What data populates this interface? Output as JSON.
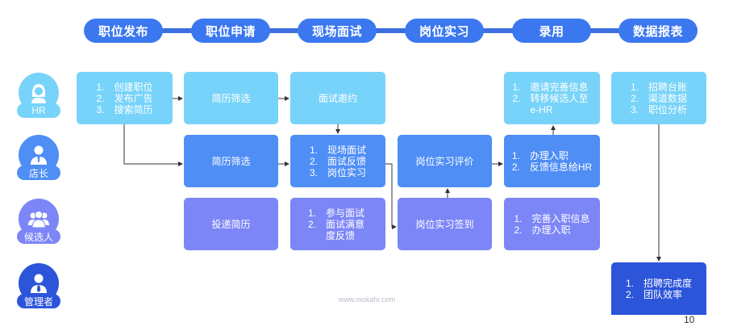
{
  "stages": [
    "职位发布",
    "职位申请",
    "现场面试",
    "岗位实习",
    "录用",
    "数据报表"
  ],
  "roles": [
    {
      "label": "HR",
      "icon": "female-user-icon",
      "color": "#77d3f9"
    },
    {
      "label": "店长",
      "icon": "store-manager-icon",
      "color": "#4f8ef5"
    },
    {
      "label": "候选人",
      "icon": "candidates-group-icon",
      "color": "#7c86f7"
    },
    {
      "label": "管理者",
      "icon": "manager-tie-icon",
      "color": "#2c55da"
    }
  ],
  "boxes": {
    "hr_publish": [
      "创建职位",
      "发布广告",
      "搜索简历"
    ],
    "hr_screen": "简历筛选",
    "hr_invite": "面试邀约",
    "hr_hire": [
      "邀请完善信息",
      "转移候选人至e-HR"
    ],
    "hr_report": [
      "招聘台账",
      "渠道数据",
      "职位分析"
    ],
    "mgr_screen": "简历筛选",
    "mgr_interview": [
      "现场面试",
      "面试反馈",
      "岗位实习"
    ],
    "mgr_eval": "岗位实习评价",
    "mgr_hire": [
      "办理入职",
      "反馈信息给HR"
    ],
    "cand_apply": "投递简历",
    "cand_interview": [
      "参与面试",
      "面试满意度反馈"
    ],
    "cand_checkin": "岗位实习签到",
    "cand_hire": [
      "完善入职信息",
      "办理入职"
    ],
    "boss_report": [
      "招聘完成度",
      "团队效率"
    ]
  },
  "footer": "www.mokahr.com",
  "corner_text": "10"
}
